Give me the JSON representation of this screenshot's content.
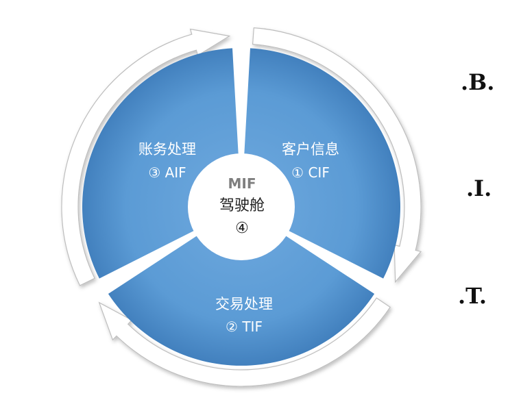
{
  "center": {
    "title": "MIF",
    "subtitle": "驾驶舱",
    "number": "④"
  },
  "segments": {
    "customer": {
      "name": "客户信息",
      "code": "① CIF"
    },
    "accounting": {
      "name": "账务处理",
      "code": "③ AIF"
    },
    "transaction": {
      "name": "交易处理",
      "code": "② TIF"
    }
  },
  "letters": {
    "b": ".B.",
    "i": ".I.",
    "t": ".T."
  },
  "colors": {
    "segment_fill": "#5b9bd5",
    "segment_fill_dark": "#3e7cb8",
    "arrow_fill": "#ffffff",
    "arrow_stroke": "#bfbfbf"
  }
}
